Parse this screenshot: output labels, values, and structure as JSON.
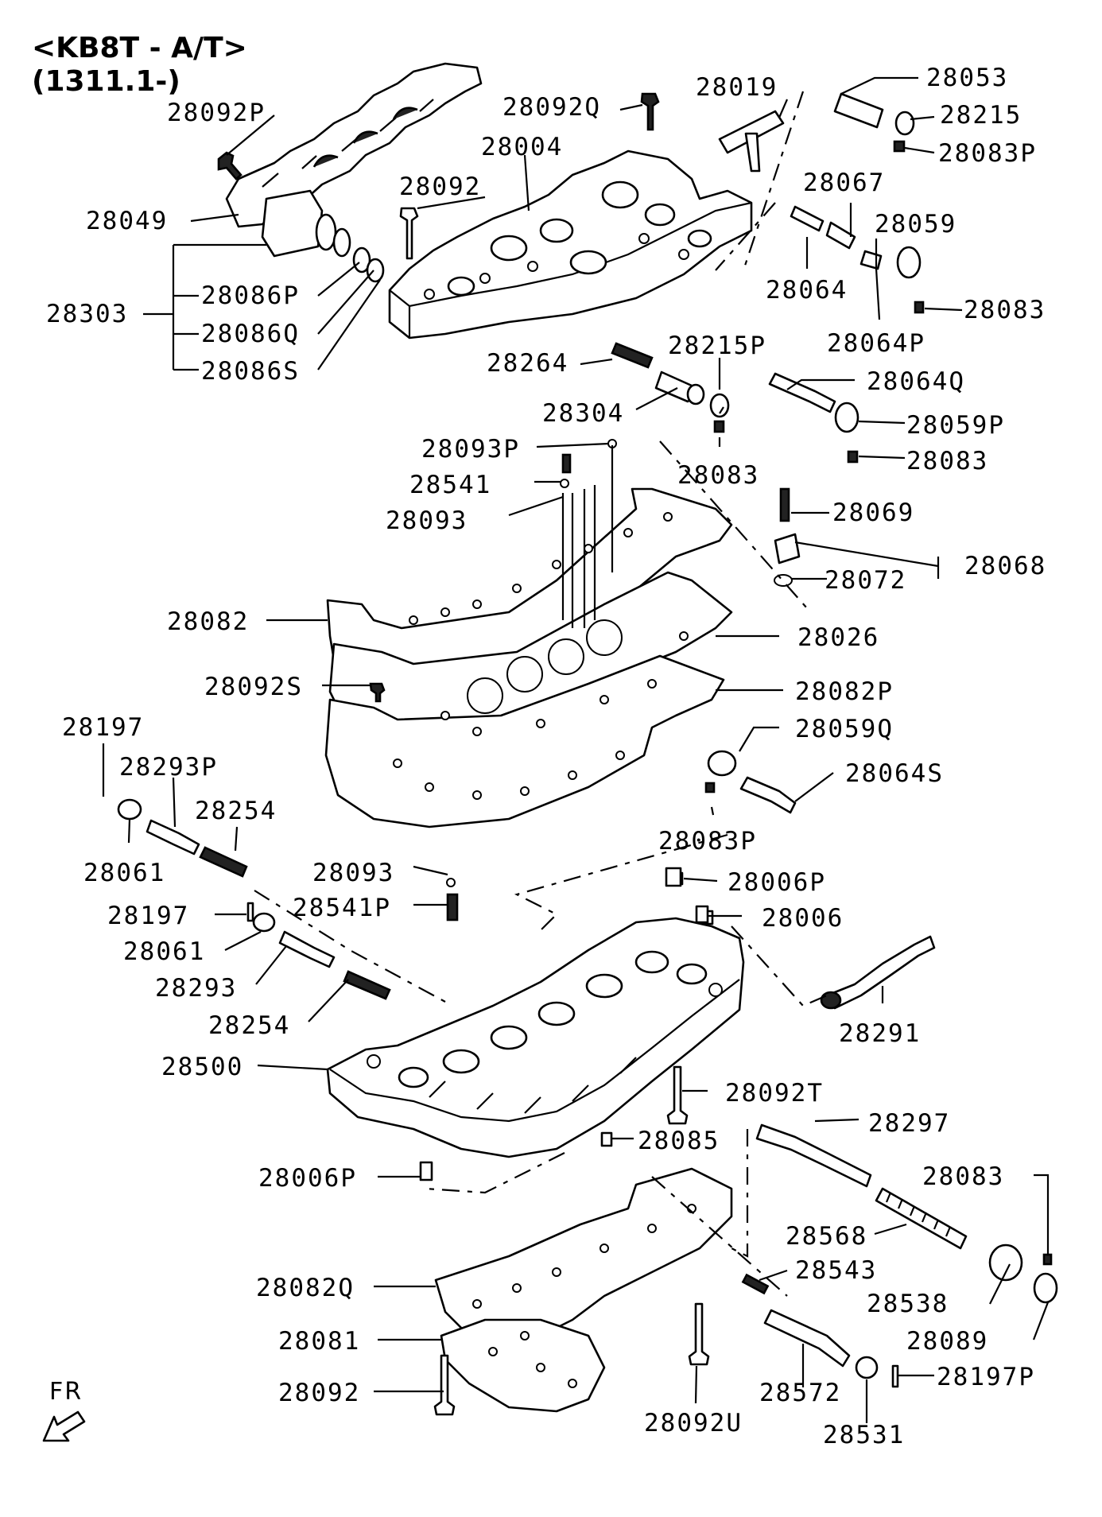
{
  "header": {
    "model": "<KB8T - A/T>",
    "date": "(1311.1-)"
  },
  "orientation": {
    "label": "FR",
    "icon": "arrow-down-left-icon"
  },
  "parts": [
    {
      "id": "p01",
      "code": "28092P"
    },
    {
      "id": "p02",
      "code": "28049"
    },
    {
      "id": "p03",
      "code": "28303"
    },
    {
      "id": "p04",
      "code": "28086P"
    },
    {
      "id": "p05",
      "code": "28086Q"
    },
    {
      "id": "p06",
      "code": "28086S"
    },
    {
      "id": "p07",
      "code": "28092Q"
    },
    {
      "id": "p08",
      "code": "28004"
    },
    {
      "id": "p09",
      "code": "28092"
    },
    {
      "id": "p10",
      "code": "28019"
    },
    {
      "id": "p11",
      "code": "28053"
    },
    {
      "id": "p12",
      "code": "28215"
    },
    {
      "id": "p13",
      "code": "28083P"
    },
    {
      "id": "p14",
      "code": "28067"
    },
    {
      "id": "p15",
      "code": "28059"
    },
    {
      "id": "p16",
      "code": "28064"
    },
    {
      "id": "p17",
      "code": "28083"
    },
    {
      "id": "p18",
      "code": "28064P"
    },
    {
      "id": "p19",
      "code": "28264"
    },
    {
      "id": "p20",
      "code": "28215P"
    },
    {
      "id": "p21",
      "code": "28064Q"
    },
    {
      "id": "p22",
      "code": "28304"
    },
    {
      "id": "p23",
      "code": "28059P"
    },
    {
      "id": "p24",
      "code": "28083"
    },
    {
      "id": "p25",
      "code": "28093P"
    },
    {
      "id": "p26",
      "code": "28541"
    },
    {
      "id": "p27",
      "code": "28083"
    },
    {
      "id": "p28",
      "code": "28093"
    },
    {
      "id": "p29",
      "code": "28069"
    },
    {
      "id": "p30",
      "code": "28068"
    },
    {
      "id": "p31",
      "code": "28072"
    },
    {
      "id": "p32",
      "code": "28082"
    },
    {
      "id": "p33",
      "code": "28026"
    },
    {
      "id": "p34",
      "code": "28092S"
    },
    {
      "id": "p35",
      "code": "28082P"
    },
    {
      "id": "p36",
      "code": "28197"
    },
    {
      "id": "p37",
      "code": "28059Q"
    },
    {
      "id": "p38",
      "code": "28293P"
    },
    {
      "id": "p39",
      "code": "28064S"
    },
    {
      "id": "p40",
      "code": "28254"
    },
    {
      "id": "p41",
      "code": "28083P"
    },
    {
      "id": "p42",
      "code": "28061"
    },
    {
      "id": "p43",
      "code": "28093"
    },
    {
      "id": "p44",
      "code": "28006P"
    },
    {
      "id": "p45",
      "code": "28541P"
    },
    {
      "id": "p46",
      "code": "28197"
    },
    {
      "id": "p47",
      "code": "28006"
    },
    {
      "id": "p48",
      "code": "28061"
    },
    {
      "id": "p49",
      "code": "28293"
    },
    {
      "id": "p50",
      "code": "28291"
    },
    {
      "id": "p51",
      "code": "28254"
    },
    {
      "id": "p52",
      "code": "28500"
    },
    {
      "id": "p53",
      "code": "28092T"
    },
    {
      "id": "p54",
      "code": "28297"
    },
    {
      "id": "p55",
      "code": "28085"
    },
    {
      "id": "p56",
      "code": "28006P"
    },
    {
      "id": "p57",
      "code": "28083"
    },
    {
      "id": "p58",
      "code": "28568"
    },
    {
      "id": "p59",
      "code": "28543"
    },
    {
      "id": "p60",
      "code": "28082Q"
    },
    {
      "id": "p61",
      "code": "28538"
    },
    {
      "id": "p62",
      "code": "28089"
    },
    {
      "id": "p63",
      "code": "28081"
    },
    {
      "id": "p64",
      "code": "28197P"
    },
    {
      "id": "p65",
      "code": "28572"
    },
    {
      "id": "p66",
      "code": "28092"
    },
    {
      "id": "p67",
      "code": "28092U"
    },
    {
      "id": "p68",
      "code": "28531"
    }
  ]
}
